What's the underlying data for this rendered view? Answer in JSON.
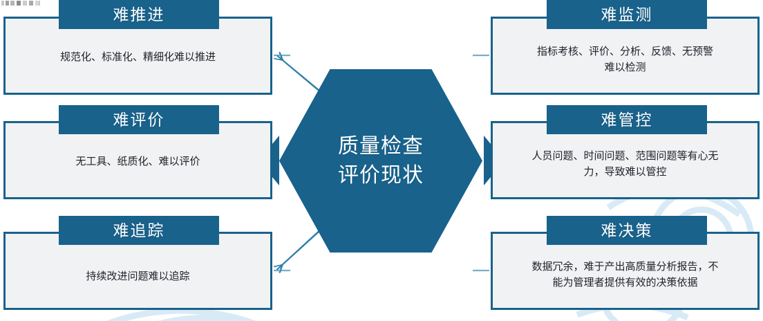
{
  "diagram": {
    "type": "hub-and-spoke",
    "center": {
      "label": "质量检查\n评价现状",
      "shape": "hexagon",
      "fill": "#18628C",
      "text_color": "#FFFFFF"
    },
    "theme": {
      "accent": "#18628C",
      "card_fill": "#F1F2F4",
      "card_border": "#18628C",
      "page_background": "#FFFFFF",
      "body_text_color": "#20232A",
      "watermark_color": "#DCEBF5"
    },
    "nodes": [
      {
        "id": "hard-to-advance",
        "title": "难推进",
        "body": "规范化、标准化、精细化难以推进",
        "side": "left",
        "row": "top",
        "connector": "thin-arrow"
      },
      {
        "id": "hard-to-monitor",
        "title": "难监测",
        "body": "指标考核、评价、分析、反馈、无预警\n难以检测",
        "side": "right",
        "row": "top",
        "connector": "thin-arrow"
      },
      {
        "id": "hard-to-evaluate",
        "title": "难评价",
        "body": "无工具、纸质化、难以评价",
        "side": "left",
        "row": "middle",
        "connector": "solid-triangle"
      },
      {
        "id": "hard-to-control",
        "title": "难管控",
        "body": "人员问题、时间问题、范围问题等有心无\n力，导致难以管控",
        "side": "right",
        "row": "middle",
        "connector": "solid-triangle"
      },
      {
        "id": "hard-to-trace",
        "title": "难追踪",
        "body": "持续改进问题难以追踪",
        "side": "left",
        "row": "bottom",
        "connector": "thin-arrow"
      },
      {
        "id": "hard-to-decide",
        "title": "难决策",
        "body": "数据冗余，难于产出高质量分析报告，不\n能为管理者提供有效的决策依据",
        "side": "right",
        "row": "bottom",
        "connector": "thin-arrow"
      }
    ]
  }
}
